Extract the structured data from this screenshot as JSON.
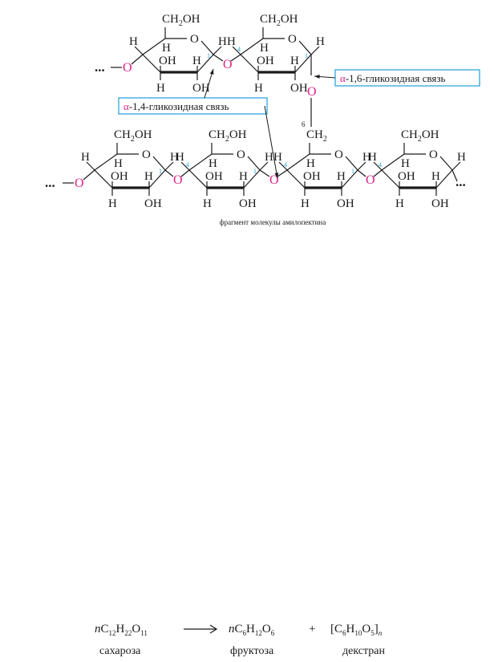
{
  "diagram": {
    "caption": "фрагмент молекулы амилопектина",
    "ring_labels": {
      "ch2oh": "CH2OH",
      "ring_o": "O",
      "h": "H",
      "oh": "OH",
      "link_o": "O",
      "ellipsis": "..."
    },
    "carbon_numbers": {
      "c1": "1",
      "c4": "4",
      "c6": "6"
    },
    "callouts": {
      "alpha16": {
        "prefix": "α",
        "rest": "-1,6-гликозидная связь"
      },
      "alpha14": {
        "prefix": "α",
        "rest": "-1,4-гликозидная связь"
      }
    },
    "colors": {
      "oxygen": "#e0218a",
      "callout_border": "#1ba1d8",
      "number": "#1ba1d8",
      "ink": "#1a1a1a"
    }
  },
  "reaction": {
    "sucrose_label": "сахароза",
    "fructose_label": "фруктоза",
    "dextran_label": "декстран",
    "plus": "+"
  }
}
